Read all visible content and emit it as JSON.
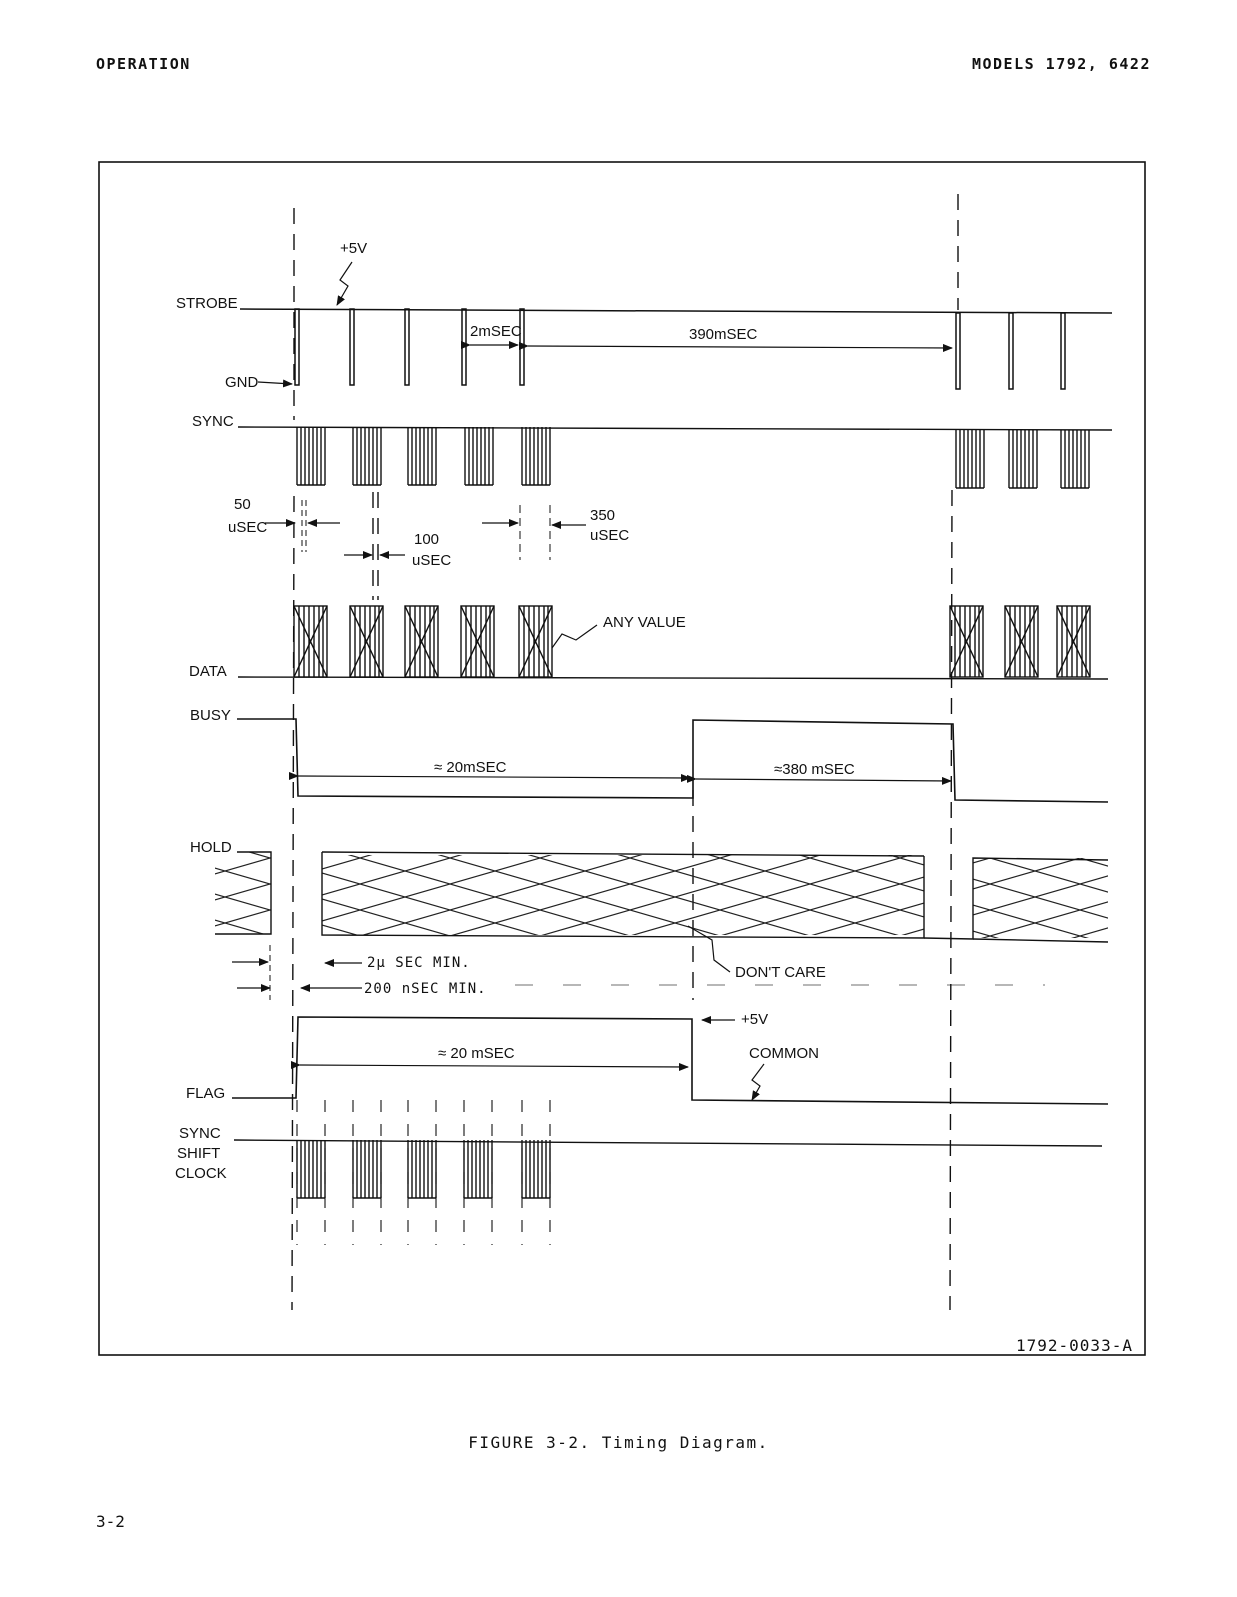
{
  "header": {
    "left": "OPERATION",
    "right": "MODELS 1792, 6422"
  },
  "figure": {
    "id_code": "1792-0033-A",
    "signals": {
      "strobe": "STROBE",
      "gnd": "GND",
      "sync": "SYNC",
      "data": "DATA",
      "busy": "BUSY",
      "hold": "HOLD",
      "flag": "FLAG",
      "sync_shift_1": "SYNC",
      "sync_shift_2": "SHIFT",
      "sync_shift_3": "CLOCK"
    },
    "annotations": {
      "plus5v_top": "+5V",
      "t_2ms": "2mSEC",
      "t_390ms": "390mSEC",
      "t_50": "50",
      "t_50_unit": "uSEC",
      "t_100": "100",
      "t_100_unit": "uSEC",
      "t_350": "350",
      "t_350_unit": "uSEC",
      "any_value": "ANY VALUE",
      "t_20ms_busy": "≈ 20mSEC",
      "t_380ms": "≈380 mSEC",
      "t_2us": "2μ SEC MIN.",
      "t_200ns": "200 nSEC MIN.",
      "dont_care": "DON'T CARE",
      "plus5v_flag": "+5V",
      "common": "COMMON",
      "t_20ms_flag": "≈ 20 mSEC"
    }
  },
  "caption": "FIGURE 3-2.  Timing Diagram.",
  "page_number": "3-2"
}
